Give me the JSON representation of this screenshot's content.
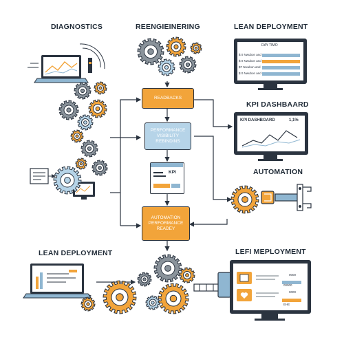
{
  "titles": {
    "diagnostics": "DIAGNOSTICS",
    "reengineering": "REENGIEINERING",
    "lean_deployment_top": "LEAN DEPLOYMENT",
    "kpi_dashboard": "KPI DASHBAARD",
    "automation": "AUTOMATION",
    "lean_deployment_bottom": "LEAN DEPLOYMENT",
    "lefi_meployment": "LEFI MEPLOYMENT"
  },
  "flow": {
    "readbacks": "READBACKS",
    "performance_lines": [
      "PERFORMANCE",
      "VISIBILITY",
      "REBINDINS"
    ],
    "kpi_label": "KPI",
    "automation_lines": [
      "AUTOMATION",
      "PERFORMANCE",
      "READEY"
    ]
  },
  "lean_monitor": {
    "header": "DAY TIMO",
    "rows": [
      "$ 0 Nwubon and",
      "$ 0 Nwubon and",
      "$7 Nwubon and",
      "$ 0 Nwubon and"
    ]
  },
  "kpi_monitor": {
    "title": "KPI DASHBOARD",
    "value": "1,1%"
  },
  "lefi_monitor": {
    "rows": [
      "0000",
      "00000",
      "0000",
      "EHE"
    ]
  },
  "colors": {
    "orange": "#f2a43a",
    "blue": "#b6d4e8",
    "gray_gear": "#8a939b",
    "dark": "#2b3440"
  }
}
